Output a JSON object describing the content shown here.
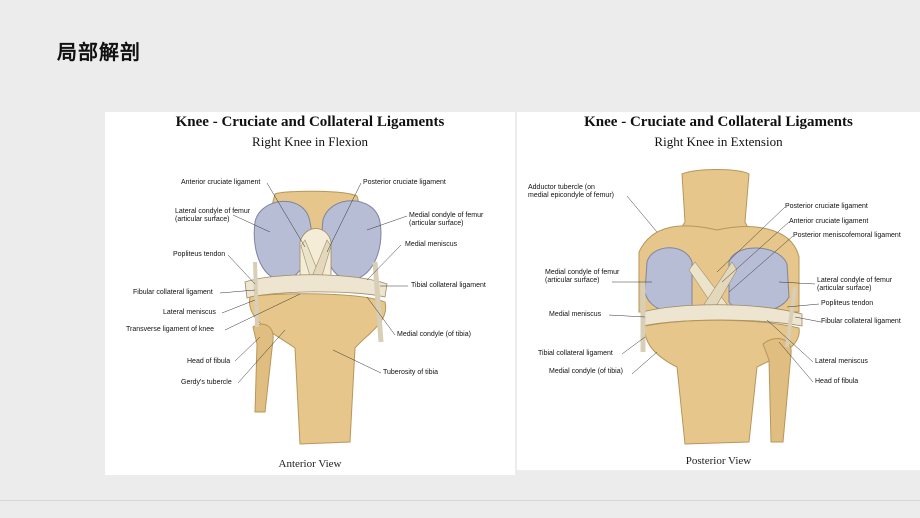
{
  "slide": {
    "title": "局部解剖"
  },
  "left_figure": {
    "title": "Knee - Cruciate and Collateral Ligaments",
    "subtitle": "Right Knee in Flexion",
    "view": "Anterior View",
    "labels": {
      "anterior_cruciate": "Anterior cruciate ligament",
      "posterior_cruciate": "Posterior cruciate ligament",
      "lateral_condyle_1": "Lateral condyle of femur",
      "lateral_condyle_2": "(articular surface)",
      "medial_condyle_1": "Medial condyle of femur",
      "medial_condyle_2": "(articular surface)",
      "medial_meniscus": "Medial meniscus",
      "popliteus_tendon": "Popliteus tendon",
      "fibular_collateral": "Fibular collateral ligament",
      "tibial_collateral": "Tibial collateral ligament",
      "lateral_meniscus": "Lateral meniscus",
      "transverse_ligament": "Transverse ligament of knee",
      "medial_condyle_tibia": "Medial condyle (of tibia)",
      "head_of_fibula": "Head of fibula",
      "tuberosity_of_tibia": "Tuberosity of tibia",
      "gerdys_tubercle": "Gerdy's tubercle"
    }
  },
  "right_figure": {
    "title": "Knee - Cruciate and Collateral Ligaments",
    "subtitle": "Right Knee in Extension",
    "view": "Posterior View",
    "labels": {
      "adductor_tubercle_1": "Adductor tubercle (on",
      "adductor_tubercle_2": "medial epicondyle of femur)",
      "posterior_cruciate": "Posterior cruciate ligament",
      "anterior_cruciate": "Anterior cruciate ligament",
      "posterior_meniscofemoral": "Posterior meniscofemoral ligament",
      "medial_condyle_1": "Medial condyle of femur",
      "medial_condyle_2": "(articular surface)",
      "lateral_condyle_1": "Lateral condyle of femur",
      "lateral_condyle_2": "(articular surface)",
      "popliteus_tendon": "Popliteus tendon",
      "fibular_collateral": "Fibular collateral ligament",
      "medial_meniscus": "Medial meniscus",
      "tibial_collateral": "Tibial collateral ligament",
      "lateral_meniscus": "Lateral meniscus",
      "medial_condyle_tibia": "Medial condyle (of tibia)",
      "head_of_fibula": "Head of fibula"
    }
  },
  "colors": {
    "bone": "#e8c98a",
    "cartilage": "#b9bfd6",
    "ligament": "#eae2cf"
  }
}
